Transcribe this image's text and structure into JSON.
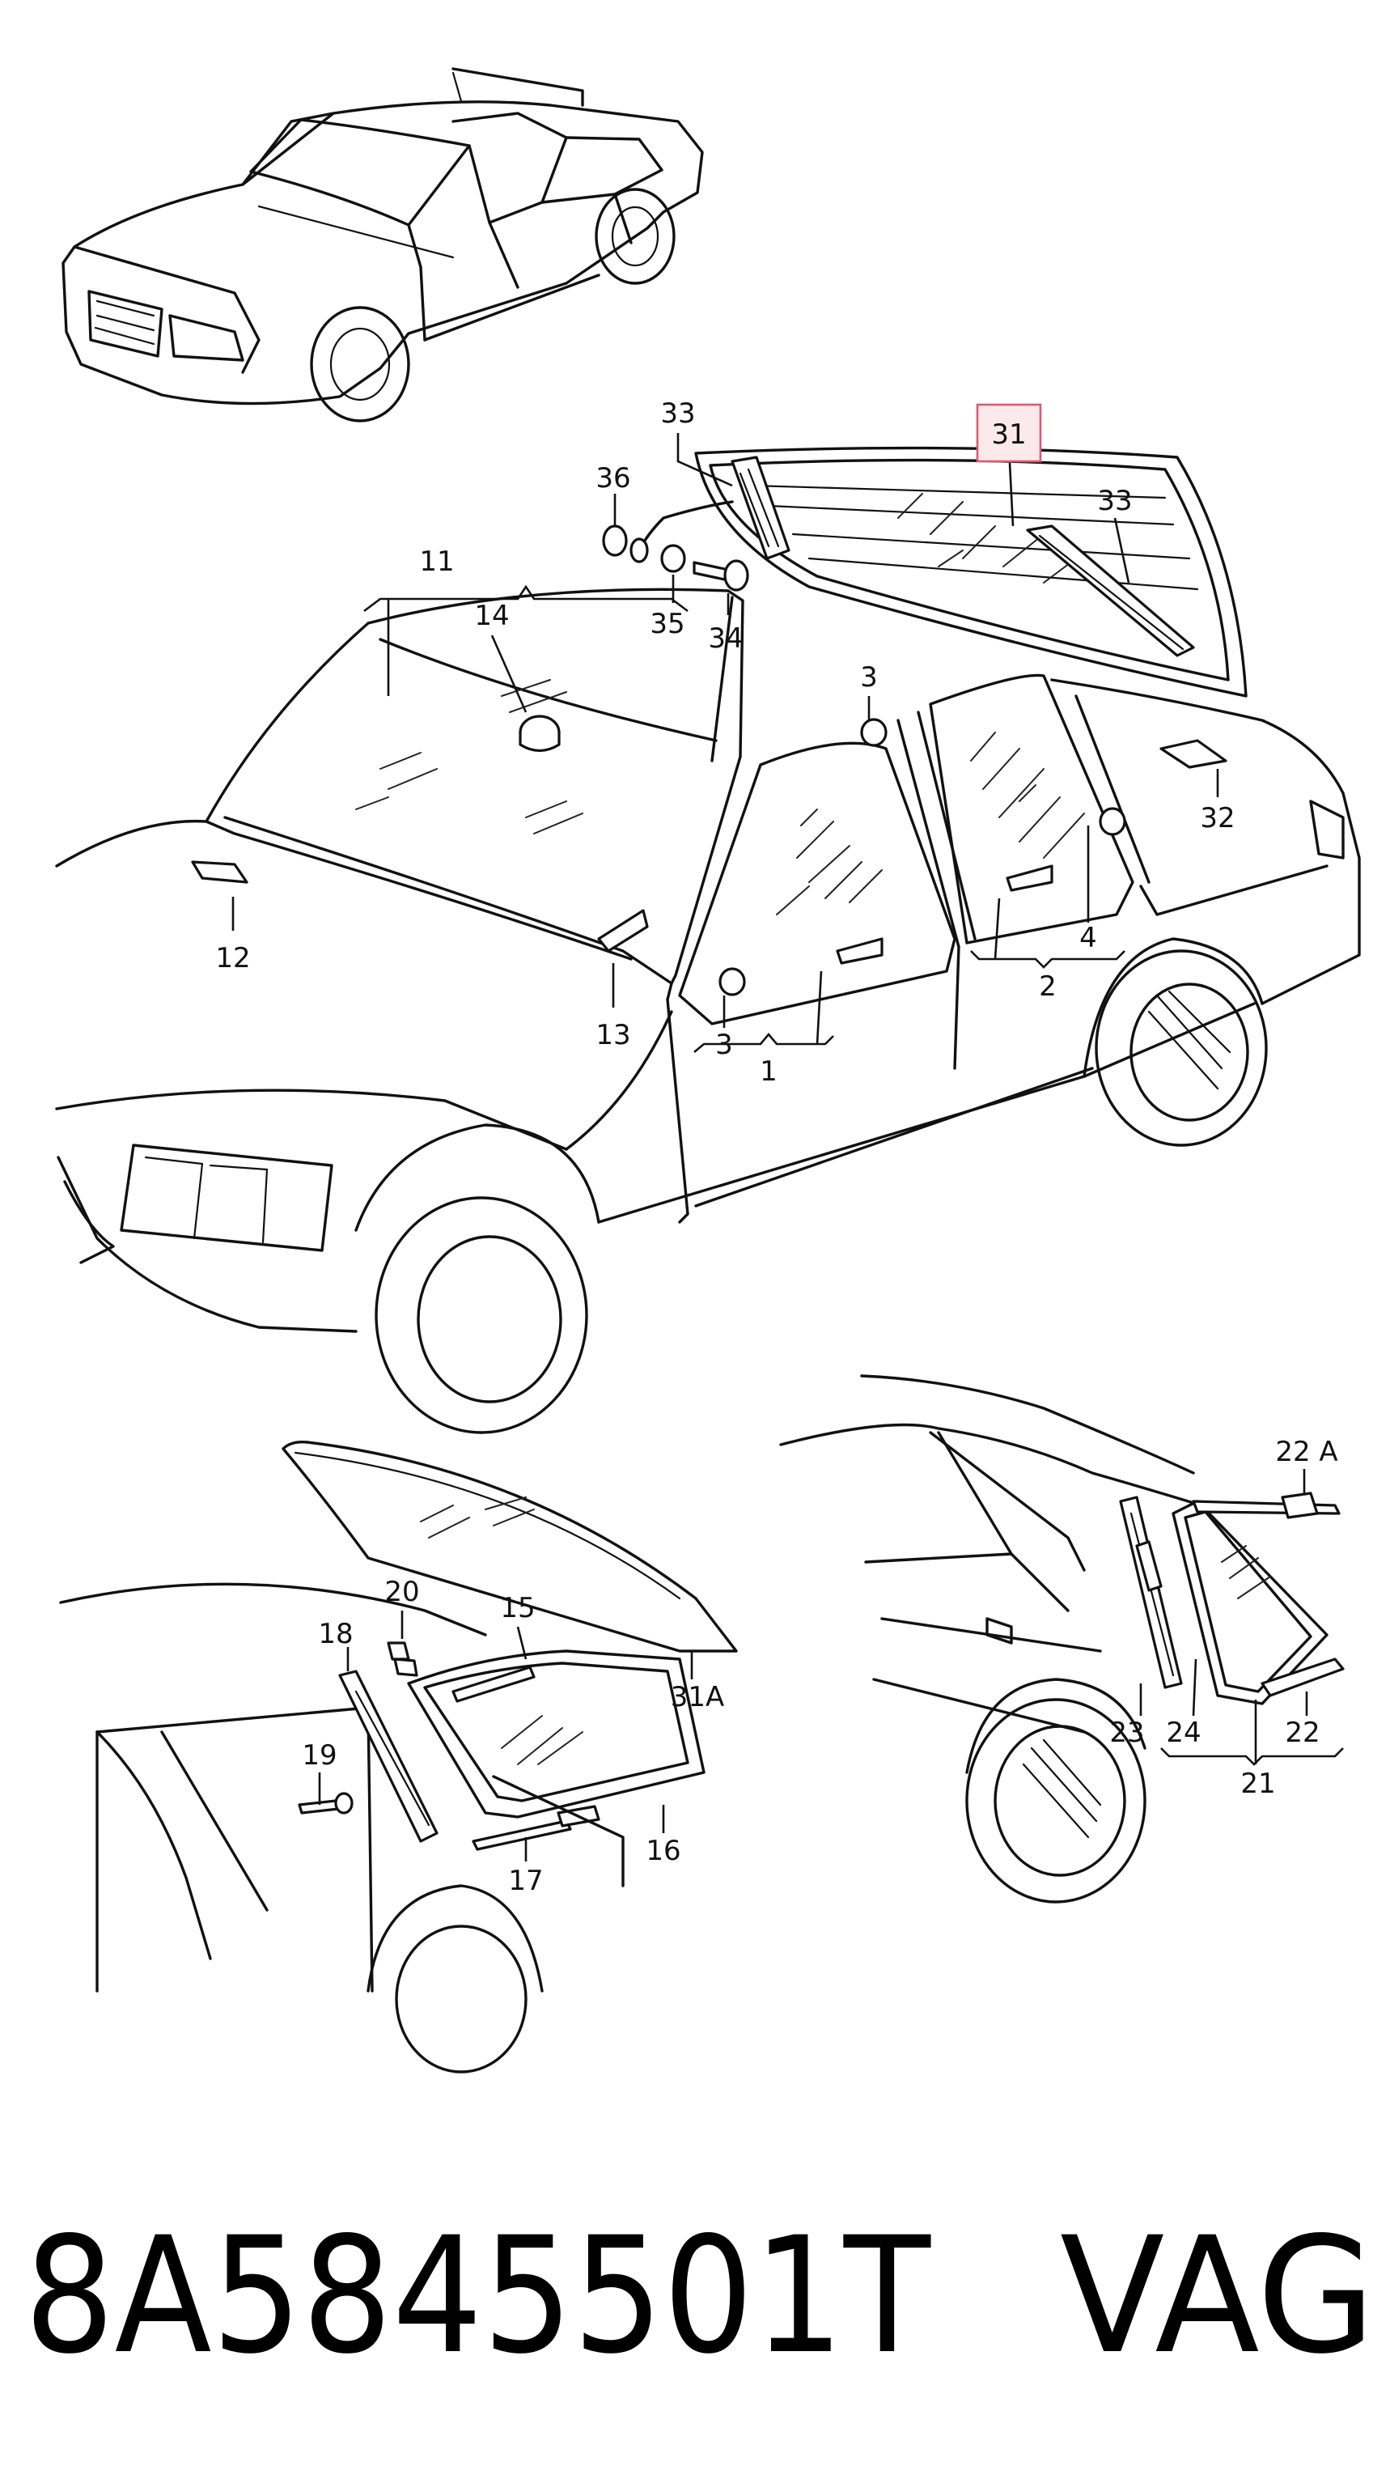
{
  "diagram": {
    "callouts": {
      "c1": "1",
      "c2": "2",
      "c3a": "3",
      "c3b": "3",
      "c4": "4",
      "c11": "11",
      "c12": "12",
      "c13": "13",
      "c14": "14",
      "c15": "15",
      "c16": "16",
      "c17": "17",
      "c18": "18",
      "c19": "19",
      "c20": "20",
      "c21": "21",
      "c22": "22",
      "c22a": "22 A",
      "c23": "23",
      "c24": "24",
      "c31": "31",
      "c31a": "31A",
      "c32": "32",
      "c33a": "33",
      "c33b": "33",
      "c34": "34",
      "c35": "35",
      "c36": "36"
    },
    "highlighted_callout": "31",
    "highlight_color": "#d95b72"
  },
  "caption": {
    "part_number": "8A5845501T",
    "brand": "VAG"
  }
}
